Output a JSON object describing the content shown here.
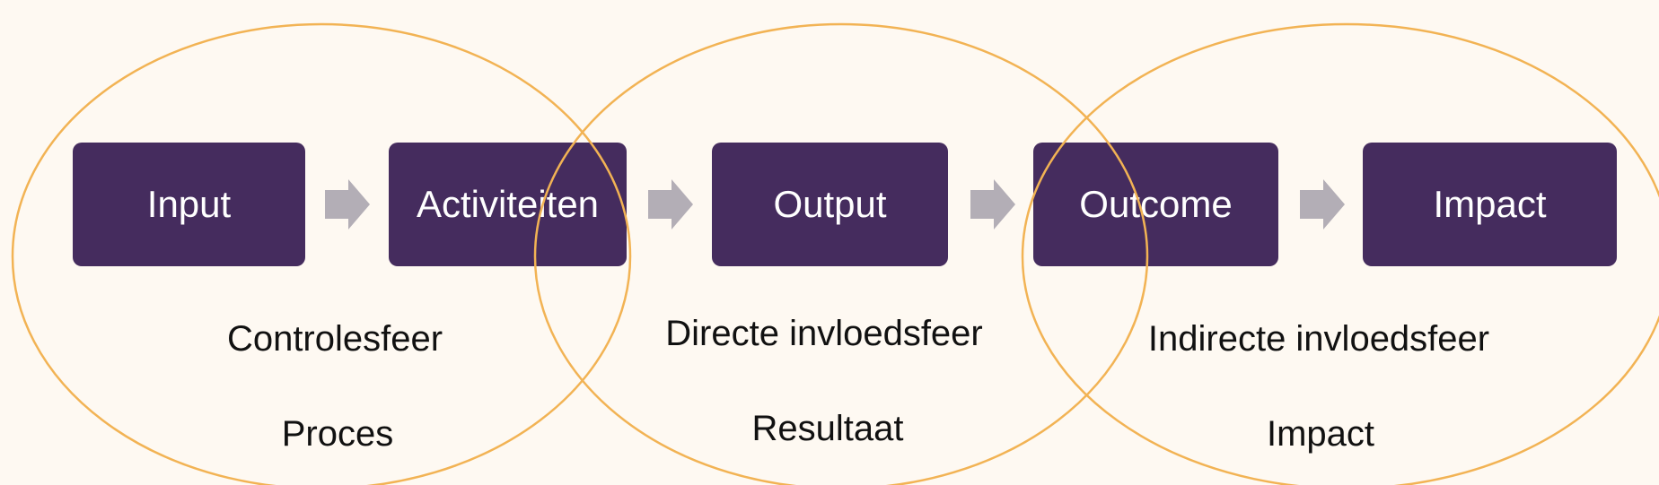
{
  "steps": [
    "Input",
    "Activiteiten",
    "Output",
    "Outcome",
    "Impact"
  ],
  "spheres": [
    {
      "name": "Controlesfeer",
      "category": "Proces"
    },
    {
      "name": "Directe invloedsfeer",
      "category": "Resultaat"
    },
    {
      "name": "Indirecte invloedsfeer",
      "category": "Impact"
    }
  ],
  "colors": {
    "background": "#fef9f2",
    "box": "#452c5e",
    "box_text": "#ffffff",
    "arrow": "#b3aeb6",
    "ellipse_stroke": "#f2b354",
    "label_text": "#111111"
  }
}
